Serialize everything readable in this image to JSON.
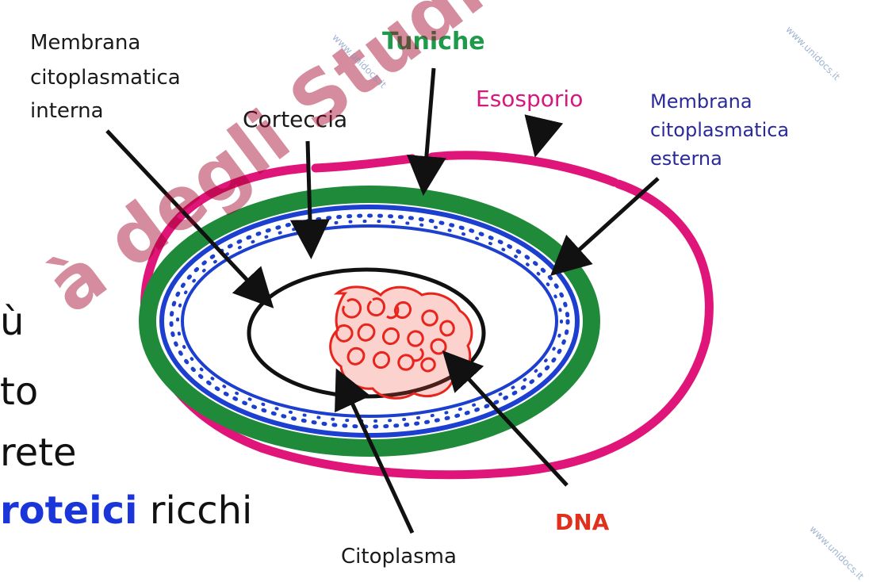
{
  "labels": {
    "membrana_interna": [
      "Membrana",
      "citoplasmatica",
      "interna"
    ],
    "corteccia": "Corteccia",
    "tuniche": "Tuniche",
    "esosporio": "Esosporio",
    "membrana_esterna": [
      "Membrana",
      "citoplasmatica",
      "esterna"
    ],
    "dna": "DNA",
    "citoplasma": "Citoplasma"
  },
  "slide_fragments": {
    "line1": "ù",
    "line2": "to",
    "line3": "rete",
    "line4_bold": "roteici",
    "line4_rest": " ricchi"
  },
  "watermark": {
    "main": "à degli Studi di Milano",
    "site": "www.unidocs.it"
  },
  "colors": {
    "esosporio": "#e0157a",
    "tuniche": "#1f8a3a",
    "membrana": "#1c3fcf",
    "dna": "#e8241c",
    "outline": "#111111",
    "label_tuniche": "#1f9a4a",
    "label_esosporio": "#d6177e",
    "label_membrana_esterna": "#2a2a9a",
    "label_dna": "#e0301e",
    "keyword": "#1a35d8"
  }
}
